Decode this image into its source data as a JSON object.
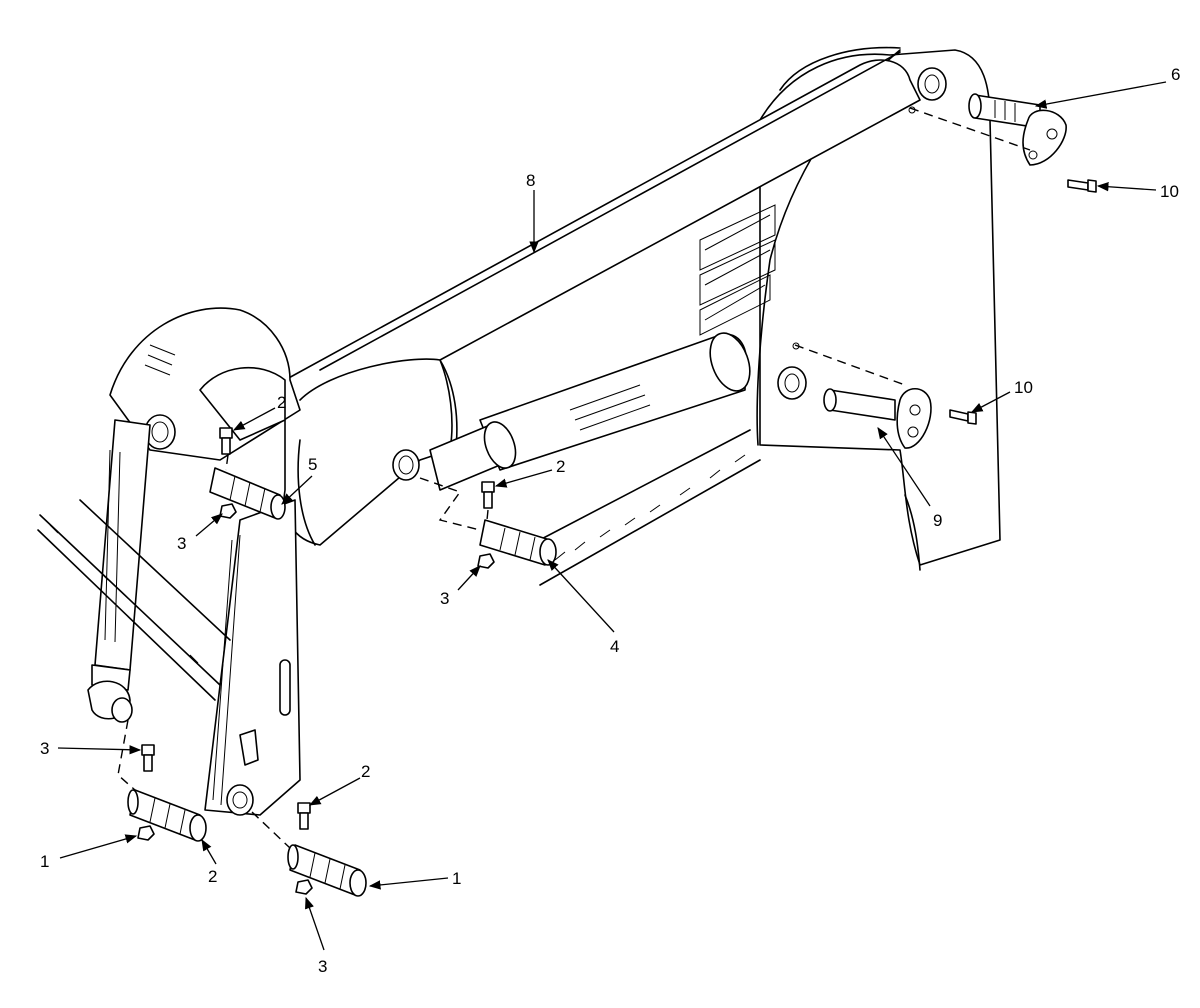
{
  "diagram": {
    "callouts": [
      {
        "id": "c8",
        "text": "8"
      },
      {
        "id": "c6",
        "text": "6"
      },
      {
        "id": "c10a",
        "text": "10"
      },
      {
        "id": "c10b",
        "text": "10"
      },
      {
        "id": "c9",
        "text": "9"
      },
      {
        "id": "c2a",
        "text": "2"
      },
      {
        "id": "c5",
        "text": "5"
      },
      {
        "id": "c3a",
        "text": "3"
      },
      {
        "id": "c2b",
        "text": "2"
      },
      {
        "id": "c3b",
        "text": "3"
      },
      {
        "id": "c4",
        "text": "4"
      },
      {
        "id": "c2c",
        "text": "2"
      },
      {
        "id": "c3c",
        "text": "3"
      },
      {
        "id": "c1a",
        "text": "1"
      },
      {
        "id": "c2d",
        "text": "2"
      },
      {
        "id": "c1b",
        "text": "1"
      },
      {
        "id": "c3d",
        "text": "3"
      }
    ]
  }
}
